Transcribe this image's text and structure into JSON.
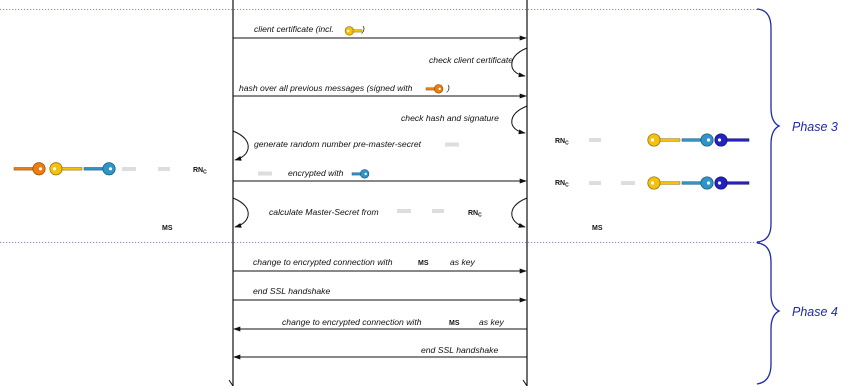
{
  "colors": {
    "line": "#111111",
    "brace": "#1f2aa8",
    "dotted": "#5566cc",
    "key_orange": "#ee7d10",
    "key_yellow": "#f4c20d",
    "key_blue": "#2f95c8",
    "key_darkblue": "#2323c0"
  },
  "messages": {
    "m1": "client certificate (incl.",
    "m1_close": ")",
    "m2": "check client certificate",
    "m3": "hash over all previous messages (signed with",
    "m3_close": ")",
    "m4": "check hash and signature",
    "m5": "generate random number pre-master-secret",
    "m6": "encrypted with",
    "m7": "calculate Master-Secret from",
    "m8a": "change to encrypted connection with",
    "m8b": "as key",
    "m9": "end SSL handshake",
    "m10a": "change to encrypted connection with",
    "m10b": "as key",
    "m11": "end SSL handshake"
  },
  "labels": {
    "rn": "RN",
    "rn_sub": "C",
    "ms": "MS"
  },
  "phases": {
    "phase3": "Phase 3",
    "phase4": "Phase 4"
  },
  "icons": {
    "key": "key-icon",
    "self_check": "self-loop-arrow-icon"
  }
}
